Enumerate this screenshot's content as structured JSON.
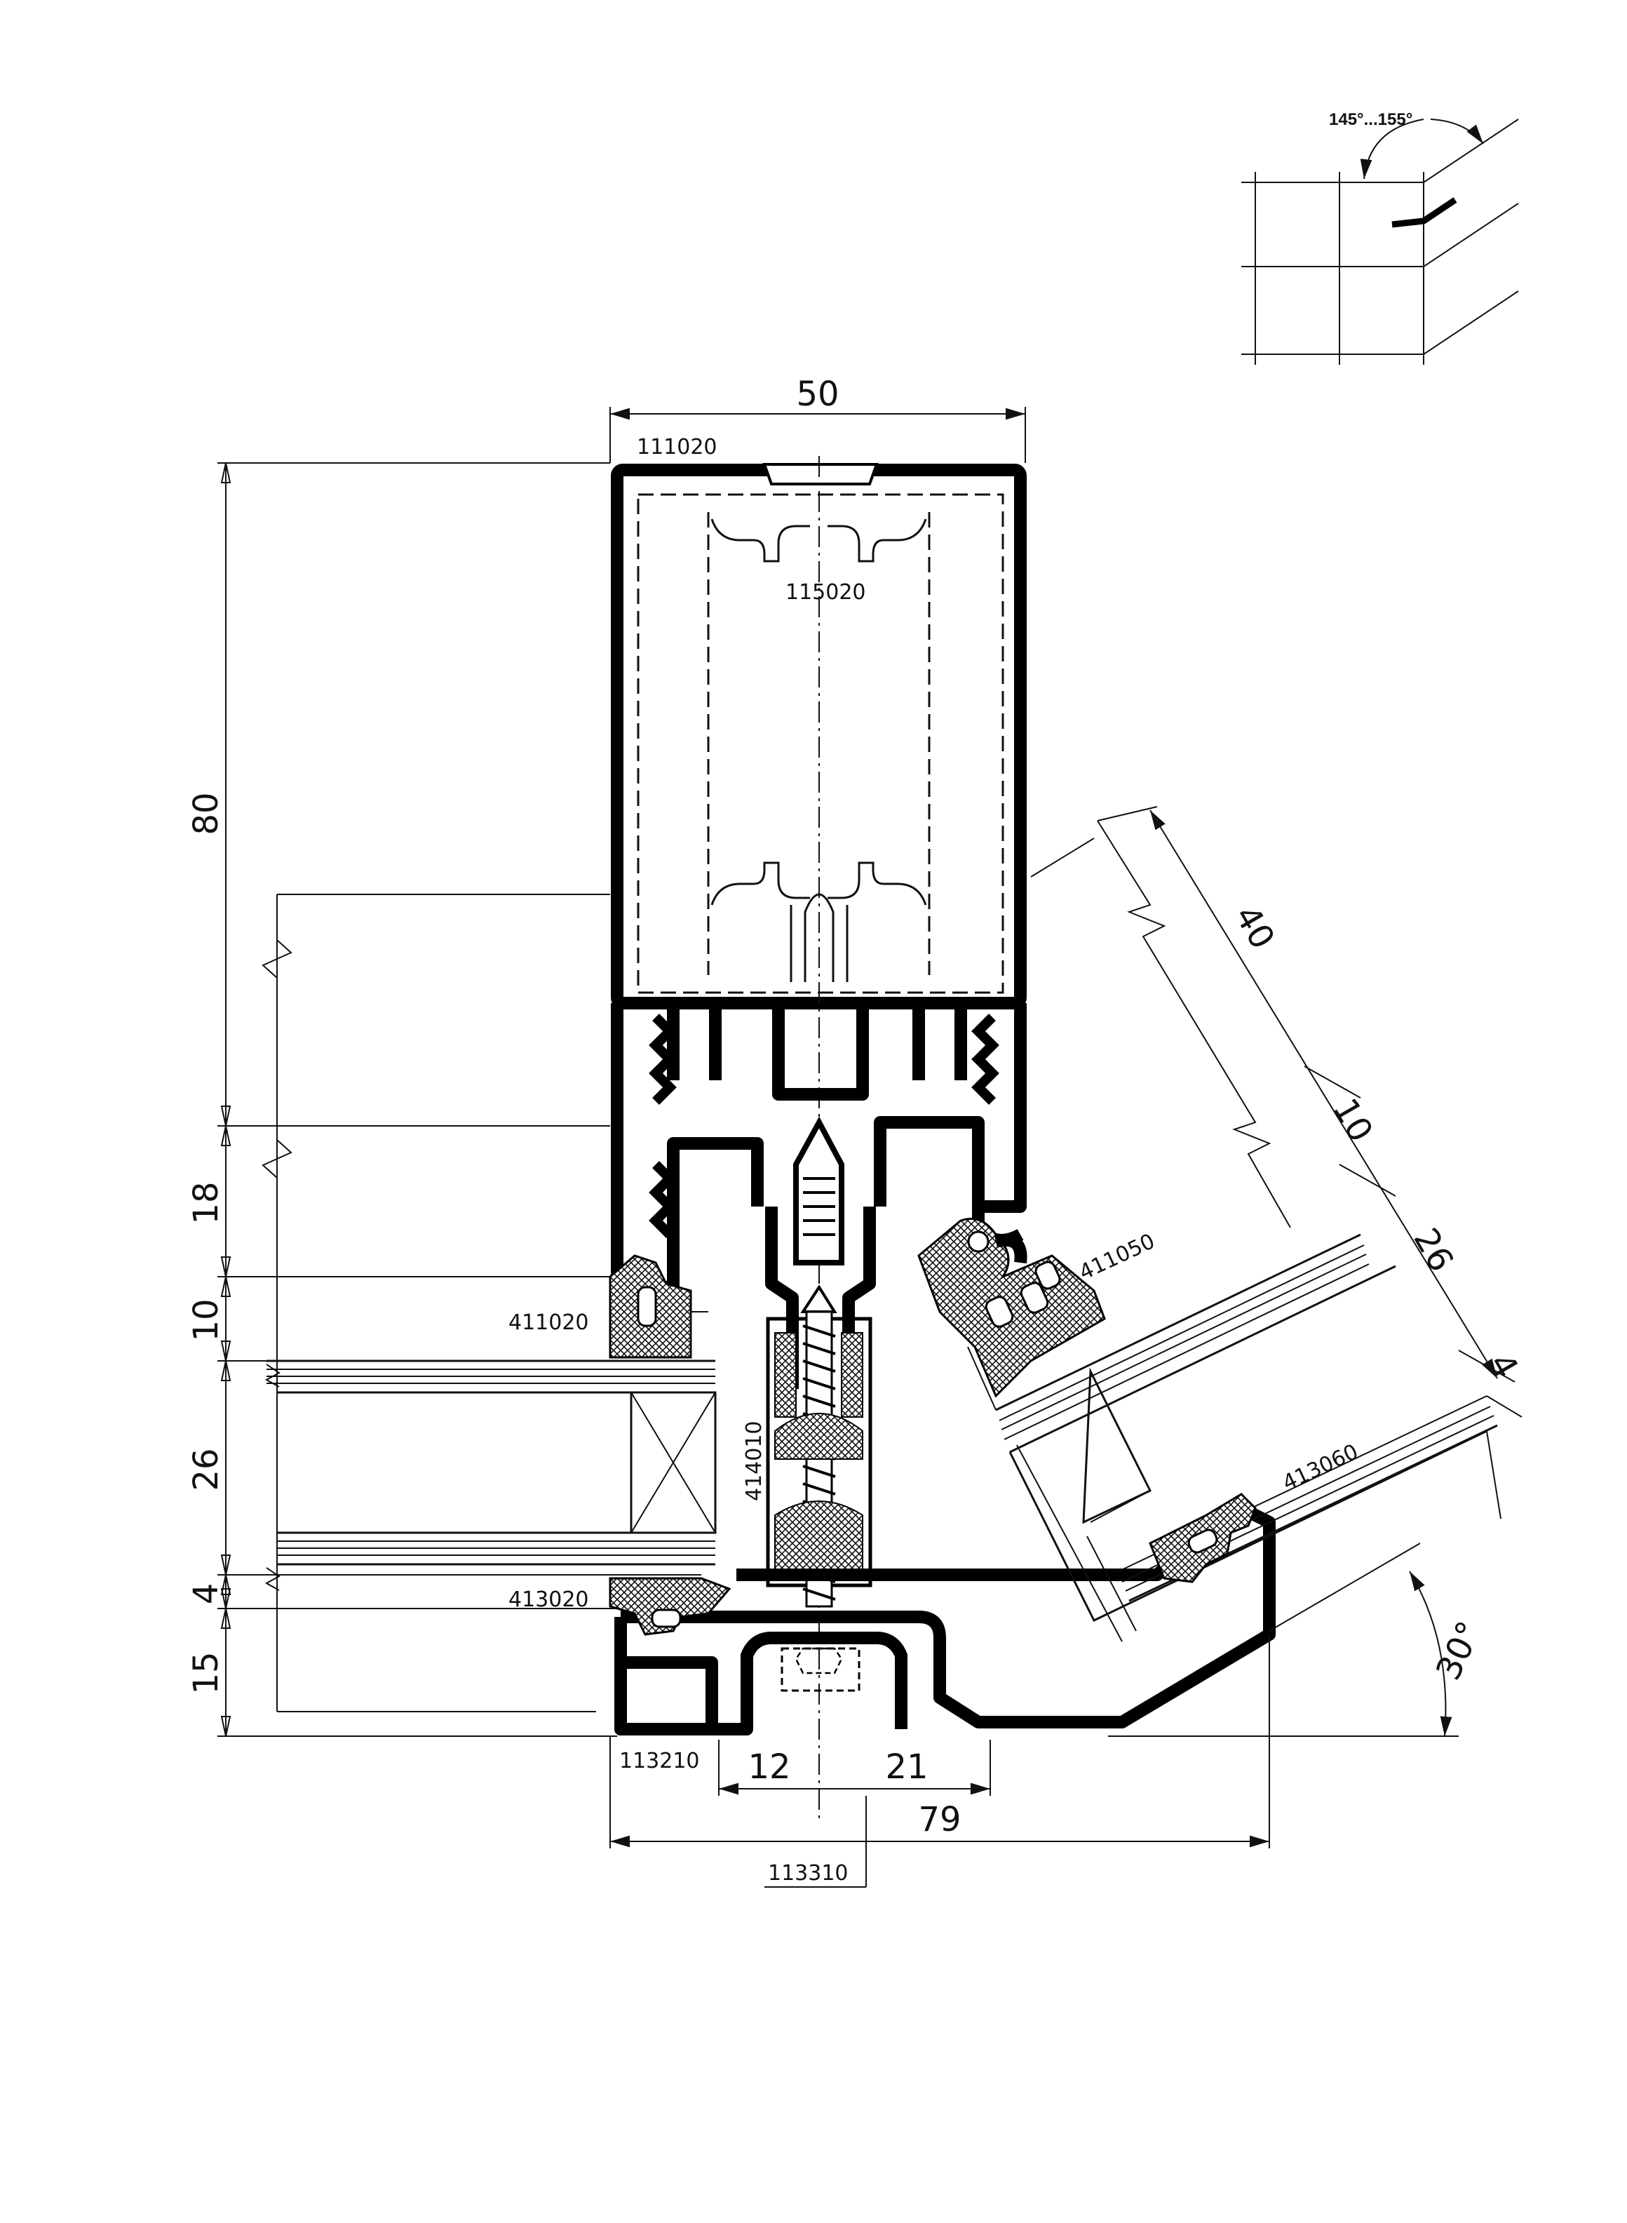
{
  "inset": {
    "angle_label": "145°...155°"
  },
  "dimensions": {
    "width_top": "50",
    "height_80": "80",
    "height_18": "18",
    "height_10": "10",
    "height_26": "26",
    "height_4": "4",
    "height_15": "15",
    "bottom_12": "12",
    "bottom_21": "21",
    "bottom_79": "79",
    "diag_40": "40",
    "diag_10": "10",
    "diag_26": "26",
    "diag_4": "4",
    "angle_30": "30°"
  },
  "parts": {
    "p111020": "111020",
    "p115020": "115020",
    "p411020": "411020",
    "p414010": "414010",
    "p413020": "413020",
    "p411050": "411050",
    "p413060": "413060",
    "p113210": "113210",
    "p113310": "113310"
  }
}
